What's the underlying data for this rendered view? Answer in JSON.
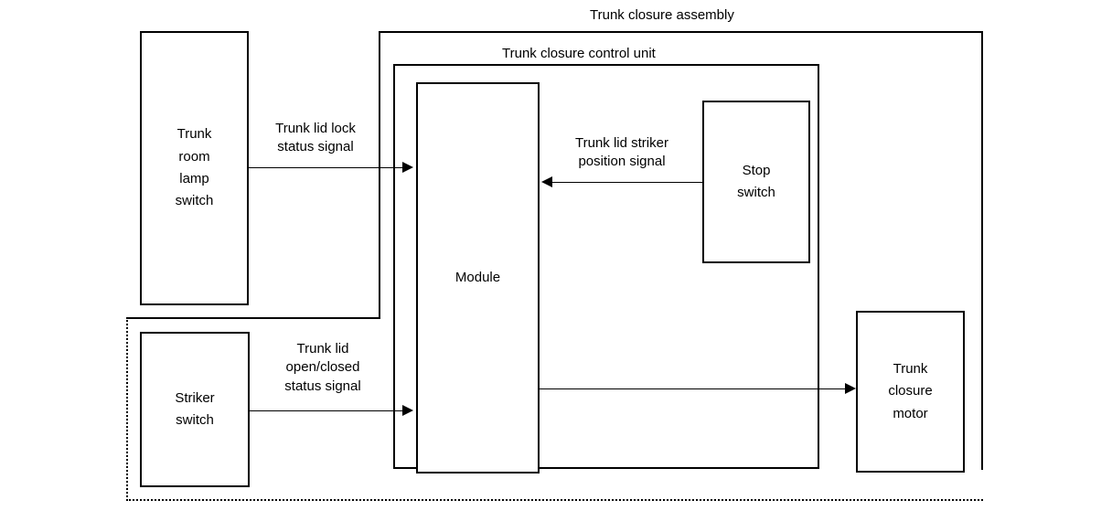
{
  "diagram": {
    "title": "Trunk closure assembly",
    "groups": [
      {
        "id": "assembly",
        "label": "Trunk closure assembly"
      },
      {
        "id": "control_unit",
        "label": "Trunk closure control unit"
      }
    ],
    "blocks": [
      {
        "id": "trunk_room_lamp_switch",
        "label": "Trunk\nroom\nlamp\nswitch"
      },
      {
        "id": "striker_switch",
        "label": "Striker\nswitch"
      },
      {
        "id": "module",
        "label": "Module"
      },
      {
        "id": "stop_switch",
        "label": "Stop\nswitch"
      },
      {
        "id": "trunk_closure_motor",
        "label": "Trunk\nclosure\nmotor"
      }
    ],
    "signals": [
      {
        "id": "trunk_lid_lock_status",
        "label": "Trunk lid lock\nstatus signal",
        "from": "trunk_room_lamp_switch",
        "to": "module",
        "direction": "right"
      },
      {
        "id": "trunk_lid_striker_position",
        "label": "Trunk lid striker\nposition signal",
        "from": "stop_switch",
        "to": "module",
        "direction": "left"
      },
      {
        "id": "trunk_lid_open_closed_status",
        "label": "Trunk lid\nopen/closed\nstatus signal",
        "from": "striker_switch",
        "to": "module",
        "direction": "right"
      },
      {
        "id": "motor_drive",
        "label": "",
        "from": "module",
        "to": "trunk_closure_motor",
        "direction": "right"
      }
    ],
    "colors": {
      "line": "#000000",
      "background": "#ffffff",
      "text": "#000000"
    }
  }
}
